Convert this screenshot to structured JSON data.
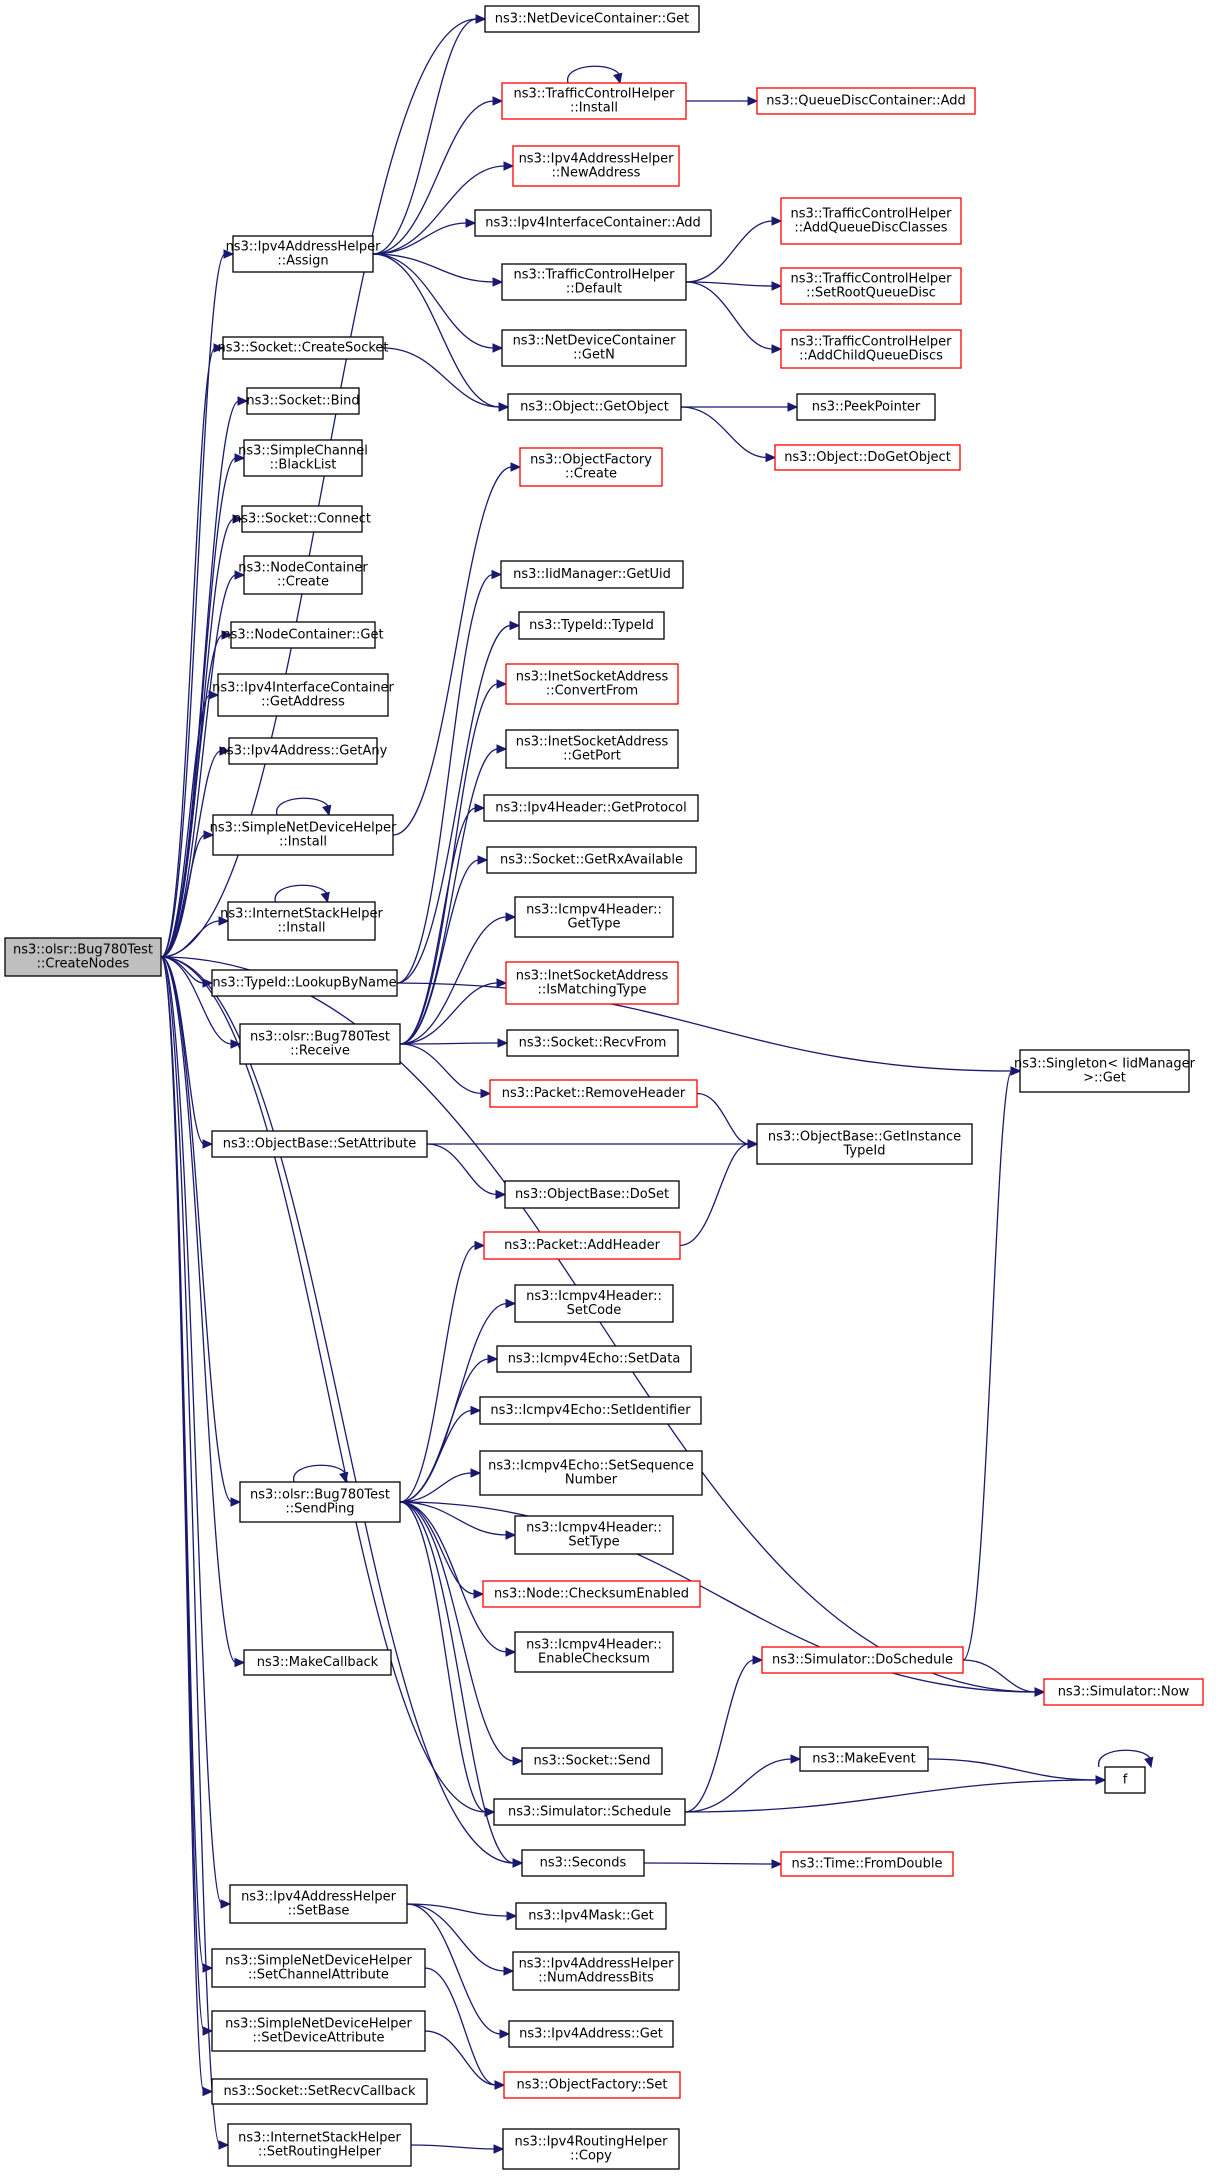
{
  "nodes": [
    {
      "id": "root",
      "lines": [
        "ns3::olsr::Bug780Test",
        "::CreateNodes"
      ],
      "style": "root"
    },
    {
      "id": "ndc_get",
      "lines": [
        "ns3::NetDeviceContainer::Get"
      ],
      "style": "normal"
    },
    {
      "id": "tch_install",
      "lines": [
        "ns3::TrafficControlHelper",
        "::Install"
      ],
      "style": "red"
    },
    {
      "id": "qdc_add",
      "lines": [
        "ns3::QueueDiscContainer::Add"
      ],
      "style": "red"
    },
    {
      "id": "ipv4ah_newaddr",
      "lines": [
        "ns3::Ipv4AddressHelper",
        "::NewAddress"
      ],
      "style": "red"
    },
    {
      "id": "ipv4ic_add",
      "lines": [
        "ns3::Ipv4InterfaceContainer::Add"
      ],
      "style": "normal"
    },
    {
      "id": "ipv4ah_assign",
      "lines": [
        "ns3::Ipv4AddressHelper",
        "::Assign"
      ],
      "style": "normal"
    },
    {
      "id": "tch_addqdc",
      "lines": [
        "ns3::TrafficControlHelper",
        "::AddQueueDiscClasses"
      ],
      "style": "red"
    },
    {
      "id": "tch_default",
      "lines": [
        "ns3::TrafficControlHelper",
        "::Default"
      ],
      "style": "normal"
    },
    {
      "id": "tch_setroot",
      "lines": [
        "ns3::TrafficControlHelper",
        "::SetRootQueueDisc"
      ],
      "style": "red"
    },
    {
      "id": "socket_create",
      "lines": [
        "ns3::Socket::CreateSocket"
      ],
      "style": "normal"
    },
    {
      "id": "ndc_getn",
      "lines": [
        "ns3::NetDeviceContainer",
        "::GetN"
      ],
      "style": "normal"
    },
    {
      "id": "tch_addchild",
      "lines": [
        "ns3::TrafficControlHelper",
        "::AddChildQueueDiscs"
      ],
      "style": "red"
    },
    {
      "id": "socket_bind",
      "lines": [
        "ns3::Socket::Bind"
      ],
      "style": "normal"
    },
    {
      "id": "obj_getobject",
      "lines": [
        "ns3::Object::GetObject"
      ],
      "style": "normal"
    },
    {
      "id": "peekpointer",
      "lines": [
        "ns3::PeekPointer"
      ],
      "style": "normal"
    },
    {
      "id": "simplechannel_bl",
      "lines": [
        "ns3::SimpleChannel",
        "::BlackList"
      ],
      "style": "normal"
    },
    {
      "id": "obj_dogetobject",
      "lines": [
        "ns3::Object::DoGetObject"
      ],
      "style": "red"
    },
    {
      "id": "objfactory_create",
      "lines": [
        "ns3::ObjectFactory",
        "::Create"
      ],
      "style": "red"
    },
    {
      "id": "socket_connect",
      "lines": [
        "ns3::Socket::Connect"
      ],
      "style": "normal"
    },
    {
      "id": "nodecontainer_create",
      "lines": [
        "ns3::NodeContainer",
        "::Create"
      ],
      "style": "normal"
    },
    {
      "id": "iidmanager_getuid",
      "lines": [
        "ns3::IidManager::GetUid"
      ],
      "style": "normal"
    },
    {
      "id": "nodecontainer_get",
      "lines": [
        "ns3::NodeContainer::Get"
      ],
      "style": "normal"
    },
    {
      "id": "typeid_typeid",
      "lines": [
        "ns3::TypeId::TypeId"
      ],
      "style": "normal"
    },
    {
      "id": "ipv4ic_getaddr",
      "lines": [
        "ns3::Ipv4InterfaceContainer",
        "::GetAddress"
      ],
      "style": "normal"
    },
    {
      "id": "inetsa_convert",
      "lines": [
        "ns3::InetSocketAddress",
        "::ConvertFrom"
      ],
      "style": "red"
    },
    {
      "id": "ipv4addr_getany",
      "lines": [
        "ns3::Ipv4Address::GetAny"
      ],
      "style": "normal"
    },
    {
      "id": "inetsa_getport",
      "lines": [
        "ns3::InetSocketAddress",
        "::GetPort"
      ],
      "style": "normal"
    },
    {
      "id": "snd_install",
      "lines": [
        "ns3::SimpleNetDeviceHelper",
        "::Install"
      ],
      "style": "normal"
    },
    {
      "id": "ipv4header_getproto",
      "lines": [
        "ns3::Ipv4Header::GetProtocol"
      ],
      "style": "normal"
    },
    {
      "id": "socket_getrx",
      "lines": [
        "ns3::Socket::GetRxAvailable"
      ],
      "style": "normal"
    },
    {
      "id": "ish_install",
      "lines": [
        "ns3::InternetStackHelper",
        "::Install"
      ],
      "style": "normal"
    },
    {
      "id": "icmpv4header_gettype",
      "lines": [
        "ns3::Icmpv4Header::",
        "GetType"
      ],
      "style": "normal"
    },
    {
      "id": "typeid_lookup",
      "lines": [
        "ns3::TypeId::LookupByName"
      ],
      "style": "normal"
    },
    {
      "id": "inetsa_ismatching",
      "lines": [
        "ns3::InetSocketAddress",
        "::IsMatchingType"
      ],
      "style": "red"
    },
    {
      "id": "bug_receive",
      "lines": [
        "ns3::olsr::Bug780Test",
        "::Receive"
      ],
      "style": "normal"
    },
    {
      "id": "socket_recvfrom",
      "lines": [
        "ns3::Socket::RecvFrom"
      ],
      "style": "normal"
    },
    {
      "id": "singleton_get",
      "lines": [
        "ns3::Singleton< IidManager",
        " >::Get"
      ],
      "style": "normal"
    },
    {
      "id": "packet_removeheader",
      "lines": [
        "ns3::Packet::RemoveHeader"
      ],
      "style": "red"
    },
    {
      "id": "objbase_setattr",
      "lines": [
        "ns3::ObjectBase::SetAttribute"
      ],
      "style": "normal"
    },
    {
      "id": "objbase_getinst",
      "lines": [
        "ns3::ObjectBase::GetInstance",
        "TypeId"
      ],
      "style": "normal"
    },
    {
      "id": "objbase_doset",
      "lines": [
        "ns3::ObjectBase::DoSet"
      ],
      "style": "normal"
    },
    {
      "id": "packet_addheader",
      "lines": [
        "ns3::Packet::AddHeader"
      ],
      "style": "red"
    },
    {
      "id": "icmpv4header_setcode",
      "lines": [
        "ns3::Icmpv4Header::",
        "SetCode"
      ],
      "style": "normal"
    },
    {
      "id": "icmpv4echo_setdata",
      "lines": [
        "ns3::Icmpv4Echo::SetData"
      ],
      "style": "normal"
    },
    {
      "id": "icmpv4echo_setid",
      "lines": [
        "ns3::Icmpv4Echo::SetIdentifier"
      ],
      "style": "normal"
    },
    {
      "id": "bug_sendping",
      "lines": [
        "ns3::olsr::Bug780Test",
        "::SendPing"
      ],
      "style": "normal"
    },
    {
      "id": "icmpv4echo_setseq",
      "lines": [
        "ns3::Icmpv4Echo::SetSequence",
        "Number"
      ],
      "style": "normal"
    },
    {
      "id": "icmpv4header_settype",
      "lines": [
        "ns3::Icmpv4Header::",
        "SetType"
      ],
      "style": "normal"
    },
    {
      "id": "node_checksum",
      "lines": [
        "ns3::Node::ChecksumEnabled"
      ],
      "style": "red"
    },
    {
      "id": "icmpv4header_enablechk",
      "lines": [
        "ns3::Icmpv4Header::",
        "EnableChecksum"
      ],
      "style": "normal"
    },
    {
      "id": "sim_doschedule",
      "lines": [
        "ns3::Simulator::DoSchedule"
      ],
      "style": "red"
    },
    {
      "id": "makecallback",
      "lines": [
        "ns3::MakeCallback"
      ],
      "style": "normal"
    },
    {
      "id": "sim_now",
      "lines": [
        "ns3::Simulator::Now"
      ],
      "style": "red"
    },
    {
      "id": "f",
      "lines": [
        "f"
      ],
      "style": "normal"
    },
    {
      "id": "socket_send",
      "lines": [
        "ns3::Socket::Send"
      ],
      "style": "normal"
    },
    {
      "id": "makeevent",
      "lines": [
        "ns3::MakeEvent"
      ],
      "style": "normal"
    },
    {
      "id": "sim_schedule",
      "lines": [
        "ns3::Simulator::Schedule"
      ],
      "style": "normal"
    },
    {
      "id": "seconds",
      "lines": [
        "ns3::Seconds"
      ],
      "style": "normal"
    },
    {
      "id": "time_fromdouble",
      "lines": [
        "ns3::Time::FromDouble"
      ],
      "style": "red"
    },
    {
      "id": "ipv4ah_setbase",
      "lines": [
        "ns3::Ipv4AddressHelper",
        "::SetBase"
      ],
      "style": "normal"
    },
    {
      "id": "ipv4mask_get",
      "lines": [
        "ns3::Ipv4Mask::Get"
      ],
      "style": "normal"
    },
    {
      "id": "snd_setchannelattr",
      "lines": [
        "ns3::SimpleNetDeviceHelper",
        "::SetChannelAttribute"
      ],
      "style": "normal"
    },
    {
      "id": "ipv4ah_numaddrbits",
      "lines": [
        "ns3::Ipv4AddressHelper",
        "::NumAddressBits"
      ],
      "style": "normal"
    },
    {
      "id": "snd_setdeviceattr",
      "lines": [
        "ns3::SimpleNetDeviceHelper",
        "::SetDeviceAttribute"
      ],
      "style": "normal"
    },
    {
      "id": "ipv4addr_get",
      "lines": [
        "ns3::Ipv4Address::Get"
      ],
      "style": "normal"
    },
    {
      "id": "objfactory_set",
      "lines": [
        "ns3::ObjectFactory::Set"
      ],
      "style": "red"
    },
    {
      "id": "socket_setrecvcb",
      "lines": [
        "ns3::Socket::SetRecvCallback"
      ],
      "style": "normal"
    },
    {
      "id": "ish_setrouting",
      "lines": [
        "ns3::InternetStackHelper",
        "::SetRoutingHelper"
      ],
      "style": "normal"
    },
    {
      "id": "ipv4routinghelper_copy",
      "lines": [
        "ns3::Ipv4RoutingHelper",
        "::Copy"
      ],
      "style": "normal"
    }
  ],
  "edges": [
    [
      "root",
      "ndc_get"
    ],
    [
      "root",
      "ipv4ah_assign"
    ],
    [
      "root",
      "socket_create"
    ],
    [
      "root",
      "socket_bind"
    ],
    [
      "root",
      "simplechannel_bl"
    ],
    [
      "root",
      "socket_connect"
    ],
    [
      "root",
      "nodecontainer_create"
    ],
    [
      "root",
      "nodecontainer_get"
    ],
    [
      "root",
      "ipv4ic_getaddr"
    ],
    [
      "root",
      "ipv4addr_getany"
    ],
    [
      "root",
      "snd_install"
    ],
    [
      "root",
      "ish_install"
    ],
    [
      "root",
      "typeid_lookup"
    ],
    [
      "root",
      "bug_receive"
    ],
    [
      "root",
      "objbase_setattr"
    ],
    [
      "root",
      "bug_sendping"
    ],
    [
      "root",
      "makecallback"
    ],
    [
      "root",
      "sim_now"
    ],
    [
      "root",
      "sim_schedule"
    ],
    [
      "root",
      "seconds"
    ],
    [
      "root",
      "ipv4ah_setbase"
    ],
    [
      "root",
      "snd_setchannelattr"
    ],
    [
      "root",
      "snd_setdeviceattr"
    ],
    [
      "root",
      "socket_setrecvcb"
    ],
    [
      "root",
      "ish_setrouting"
    ],
    [
      "ipv4ah_assign",
      "ndc_get"
    ],
    [
      "ipv4ah_assign",
      "tch_install"
    ],
    [
      "ipv4ah_assign",
      "ipv4ah_newaddr"
    ],
    [
      "ipv4ah_assign",
      "ipv4ic_add"
    ],
    [
      "ipv4ah_assign",
      "tch_default"
    ],
    [
      "ipv4ah_assign",
      "ndc_getn"
    ],
    [
      "ipv4ah_assign",
      "obj_getobject"
    ],
    [
      "tch_install",
      "tch_install"
    ],
    [
      "tch_install",
      "qdc_add"
    ],
    [
      "tch_default",
      "tch_addqdc"
    ],
    [
      "tch_default",
      "tch_setroot"
    ],
    [
      "tch_default",
      "tch_addchild"
    ],
    [
      "socket_create",
      "obj_getobject"
    ],
    [
      "obj_getobject",
      "peekpointer"
    ],
    [
      "obj_getobject",
      "obj_dogetobject"
    ],
    [
      "snd_install",
      "snd_install"
    ],
    [
      "snd_install",
      "objfactory_create"
    ],
    [
      "ish_install",
      "ish_install"
    ],
    [
      "typeid_lookup",
      "singleton_get"
    ],
    [
      "typeid_lookup",
      "iidmanager_getuid"
    ],
    [
      "typeid_lookup",
      "typeid_typeid"
    ],
    [
      "bug_receive",
      "inetsa_convert"
    ],
    [
      "bug_receive",
      "inetsa_getport"
    ],
    [
      "bug_receive",
      "ipv4header_getproto"
    ],
    [
      "bug_receive",
      "socket_getrx"
    ],
    [
      "bug_receive",
      "icmpv4header_gettype"
    ],
    [
      "bug_receive",
      "inetsa_ismatching"
    ],
    [
      "bug_receive",
      "socket_recvfrom"
    ],
    [
      "bug_receive",
      "packet_removeheader"
    ],
    [
      "packet_removeheader",
      "objbase_getinst"
    ],
    [
      "objbase_setattr",
      "objbase_getinst"
    ],
    [
      "objbase_setattr",
      "objbase_doset"
    ],
    [
      "packet_addheader",
      "objbase_getinst"
    ],
    [
      "bug_sendping",
      "bug_sendping"
    ],
    [
      "bug_sendping",
      "packet_addheader"
    ],
    [
      "bug_sendping",
      "icmpv4header_setcode"
    ],
    [
      "bug_sendping",
      "icmpv4echo_setdata"
    ],
    [
      "bug_sendping",
      "icmpv4echo_setid"
    ],
    [
      "bug_sendping",
      "icmpv4echo_setseq"
    ],
    [
      "bug_sendping",
      "icmpv4header_settype"
    ],
    [
      "bug_sendping",
      "node_checksum"
    ],
    [
      "bug_sendping",
      "icmpv4header_enablechk"
    ],
    [
      "bug_sendping",
      "sim_now"
    ],
    [
      "bug_sendping",
      "socket_send"
    ],
    [
      "bug_sendping",
      "sim_schedule"
    ],
    [
      "bug_sendping",
      "seconds"
    ],
    [
      "sim_schedule",
      "sim_doschedule"
    ],
    [
      "sim_schedule",
      "makeevent"
    ],
    [
      "sim_schedule",
      "f"
    ],
    [
      "sim_doschedule",
      "singleton_get"
    ],
    [
      "sim_doschedule",
      "sim_now"
    ],
    [
      "makeevent",
      "f"
    ],
    [
      "f",
      "f"
    ],
    [
      "seconds",
      "time_fromdouble"
    ],
    [
      "ipv4ah_setbase",
      "ipv4mask_get"
    ],
    [
      "ipv4ah_setbase",
      "ipv4ah_numaddrbits"
    ],
    [
      "ipv4ah_setbase",
      "ipv4addr_get"
    ],
    [
      "snd_setchannelattr",
      "objfactory_set"
    ],
    [
      "snd_setdeviceattr",
      "objfactory_set"
    ],
    [
      "ish_setrouting",
      "ipv4routinghelper_copy"
    ]
  ]
}
